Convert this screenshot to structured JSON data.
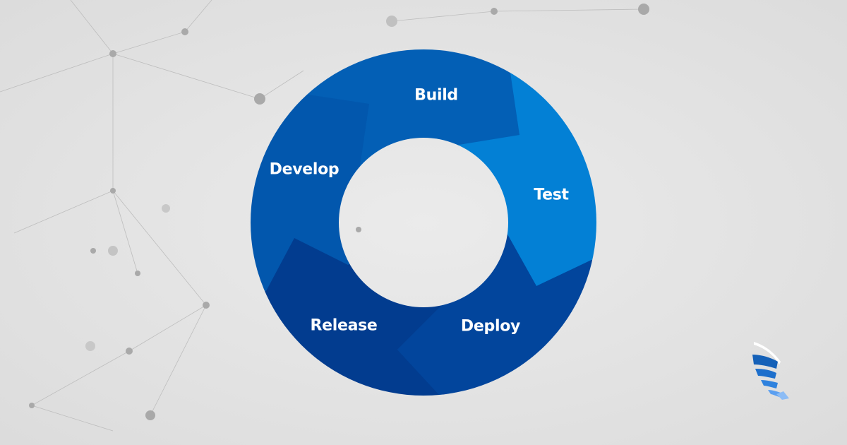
{
  "diagram": {
    "stages": [
      {
        "label": "Build",
        "color": "#035fb5"
      },
      {
        "label": "Test",
        "color": "#0380d5"
      },
      {
        "label": "Deploy",
        "color": "#02459c"
      },
      {
        "label": "Release",
        "color": "#023c8f"
      },
      {
        "label": "Develop",
        "color": "#0257ad"
      }
    ],
    "background_color": "#e4e4e4"
  }
}
